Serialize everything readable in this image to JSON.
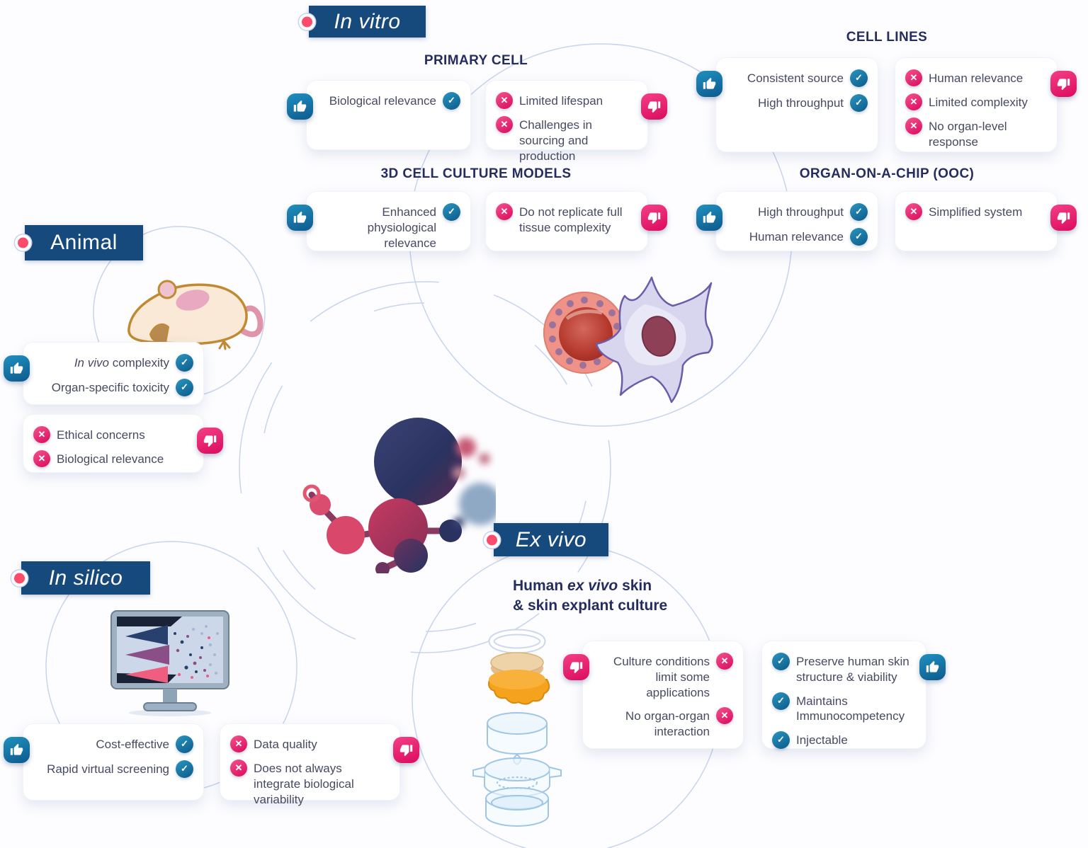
{
  "colors": {
    "header_bg": "#16497c",
    "accent_blue": "#147cae",
    "accent_pink": "#ec1e70",
    "heading_text": "#252c5e",
    "body_text": "#474a62",
    "arc_line": "#c7d4ec",
    "marker_dot": "#fb4c6c"
  },
  "icons": {
    "pros_badge": "thumbs-up",
    "cons_badge": "thumbs-down",
    "pro_item": "check-circle",
    "con_item": "x-circle",
    "header_marker": "pink-dot"
  },
  "sections": {
    "invitro": {
      "label": "In vitro",
      "groups": [
        {
          "title": "PRIMARY CELL",
          "pros": [
            "Biological relevance"
          ],
          "cons": [
            "Limited lifespan",
            "Challenges in sourcing and production"
          ]
        },
        {
          "title": "CELL LINES",
          "pros": [
            "Consistent source",
            "High throughput"
          ],
          "cons": [
            "Human relevance",
            "Limited complexity",
            "No organ-level response"
          ]
        },
        {
          "title": "3D CELL CULTURE MODELS",
          "pros": [
            "Enhanced physiological relevance"
          ],
          "cons": [
            "Do not replicate full tissue complexity"
          ]
        },
        {
          "title": "ORGAN-ON-A-CHIP (OOC)",
          "pros": [
            "High throughput",
            "Human relevance"
          ],
          "cons": [
            "Simplified system"
          ]
        }
      ]
    },
    "animal": {
      "label": "Animal",
      "pros": [
        {
          "it": "In vivo",
          "rest": " complexity"
        },
        "Organ-specific toxicity"
      ],
      "cons": [
        "Ethical concerns",
        "Biological relevance"
      ]
    },
    "insilico": {
      "label": "In silico",
      "pros": [
        "Cost-effective",
        "Rapid virtual screening"
      ],
      "cons": [
        "Data quality",
        "Does not always integrate biological variability"
      ]
    },
    "exvivo": {
      "label": "Ex vivo",
      "subtitle": {
        "pre": "Human ",
        "it": "ex vivo",
        "post": " skin",
        "line2": "& skin explant culture"
      },
      "cons": [
        "Culture conditions limit some applications",
        "No organ-organ interaction"
      ],
      "pros": [
        "Preserve human skin structure & viability",
        "Maintains Immunocompetency",
        "Injectable"
      ]
    }
  }
}
